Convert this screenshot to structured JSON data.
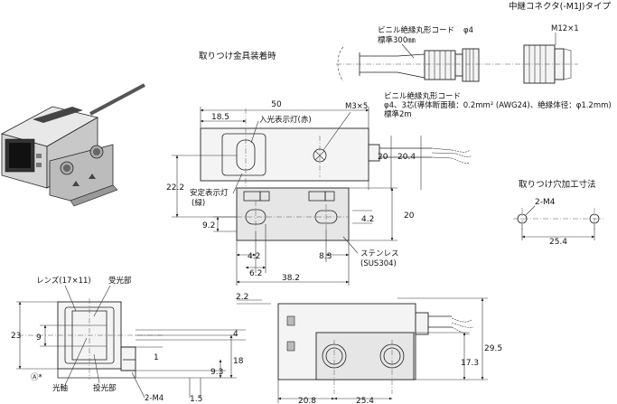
{
  "titles": {
    "relay_connector": "中継コネクタ(-M1J)タイプ",
    "mounting_view": "取りつけ金具装着時",
    "mounting_hole": "取りつけ穴加工寸法"
  },
  "connector": {
    "cable_label": "ビニル絶縁丸形コード",
    "cable_dia": "φ4",
    "cable_len": "標準300㎜",
    "thread": "M12×1"
  },
  "top_view": {
    "dims": {
      "width": "50",
      "lens_offset": "18.5",
      "screw": "M3×5",
      "cable_20": "20",
      "cable_204": "20.4",
      "height": "22.2",
      "d20": "20",
      "d92": "9.2",
      "d42a": "4.2",
      "d42b": "4.2",
      "d83": "8.3",
      "d62": "6.2",
      "d382": "38.2"
    },
    "labels": {
      "light_indicator": "入光表示灯(赤)",
      "stable_indicator_1": "安定表示灯",
      "stable_indicator_2": "(緑)",
      "cable_1": "ビニル絶縁丸形コード",
      "cable_2": "φ4、3芯(導体断面積：0.2mm² (AWG24)、絶縁体径：φ1.2mm)",
      "cable_3": "標準2m",
      "stainless_1": "ステンレス",
      "stainless_2": "(SUS304)"
    }
  },
  "front_view": {
    "labels": {
      "lens": "レンズ(17×11)",
      "receiver": "受光部",
      "optical_axis": "光軸",
      "emitter": "投光部",
      "a_mark": "Ⓐ*",
      "m4": "2-M4"
    },
    "dims": {
      "d23": "23",
      "d9": "9",
      "d4": "4",
      "d1": "1",
      "d18": "18",
      "d93": "9.3",
      "d15": "1.5"
    }
  },
  "side_view": {
    "dims": {
      "d22": "2.2",
      "d295": "29.5",
      "d173": "17.3",
      "d208": "20.8",
      "d254": "25.4"
    }
  },
  "hole": {
    "m4": "2-M4",
    "pitch": "25.4"
  }
}
